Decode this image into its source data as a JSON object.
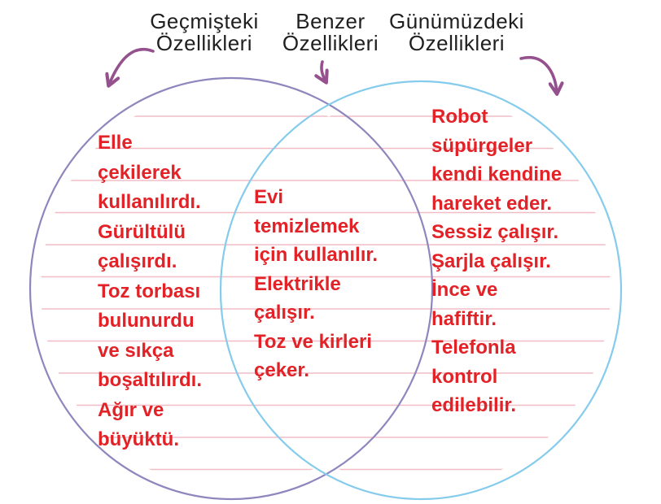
{
  "diagram": {
    "type": "venn-diagram",
    "topic": "Vacuum cleaners: past vs present features (Turkish worksheet)"
  },
  "header_labels": {
    "past": {
      "line1": "Geçmişteki",
      "line2": "Özellikleri"
    },
    "similar": {
      "line1": "Benzer",
      "line2": "Özellikleri"
    },
    "present": {
      "line1": "Günümüzdeki",
      "line2": "Özellikleri"
    }
  },
  "venn": {
    "left_region": {
      "label": "past-features",
      "lines": [
        "Elle",
        "çekilerek",
        "kullanılırdı.",
        "Gürültülü",
        "çalışırdı.",
        "Toz torbası",
        "bulunurdu",
        "ve sıkça",
        "boşaltılırdı.",
        "Ağır ve",
        "büyüktü."
      ]
    },
    "middle_region": {
      "label": "shared-features",
      "lines": [
        "Evi",
        "temizlemek",
        "için kullanılır.",
        "Elektrikle",
        "çalışır.",
        "Toz ve kirleri",
        "çeker."
      ]
    },
    "right_region": {
      "label": "present-features",
      "lines": [
        "Robot",
        "süpürgeler",
        "kendi kendine",
        "hareket eder.",
        "Sessiz çalışır.",
        "Şarjla çalışır.",
        "İnce ve",
        "hafiftir.",
        "Telefonla",
        "kontrol",
        "edilebilir."
      ]
    }
  },
  "colors": {
    "left_circle": "#8d87bd",
    "right_circle": "#85cbec",
    "arrow": "#94518e",
    "ruled_line": "#f0b6bf",
    "red_text": "#e32227",
    "header_text": "#1f1f1f",
    "background": "#ffffff"
  }
}
